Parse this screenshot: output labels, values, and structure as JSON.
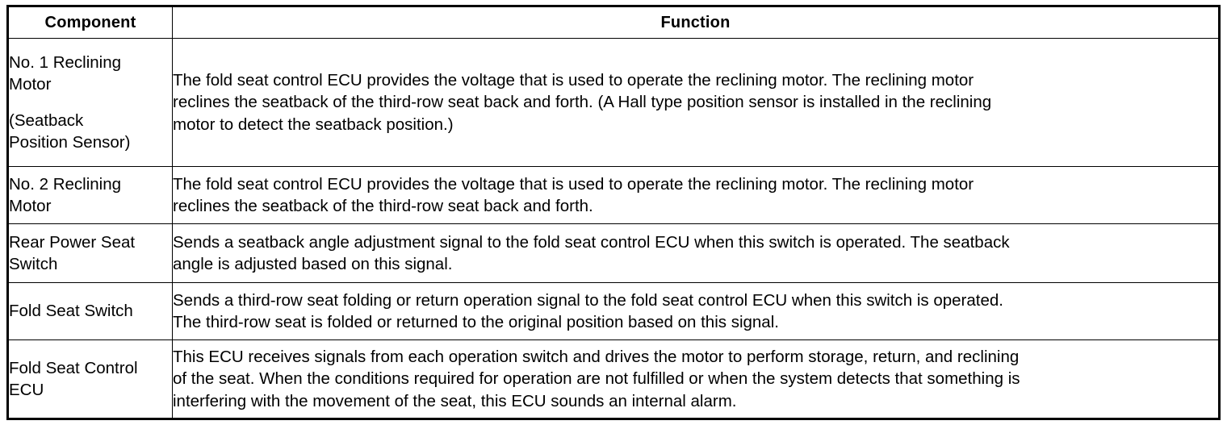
{
  "table": {
    "headers": {
      "component": "Component",
      "function": "Function"
    },
    "rows": [
      {
        "component_lines": [
          "No. 1 Reclining",
          "Motor",
          "",
          "(Seatback",
          "Position Sensor)"
        ],
        "function_lines": [
          "The fold seat control ECU provides the voltage that is used to operate the reclining motor. The reclining motor",
          "reclines the seatback of the third-row seat back and forth. (A Hall type position sensor is installed in the reclining",
          "motor to detect the seatback position.)"
        ]
      },
      {
        "component_lines": [
          "No. 2 Reclining",
          "Motor"
        ],
        "function_lines": [
          "The fold seat control ECU provides the voltage that is used to operate the reclining motor. The reclining motor",
          "reclines the seatback of the third-row seat back and forth."
        ]
      },
      {
        "component_lines": [
          "Rear Power Seat",
          "Switch"
        ],
        "function_lines": [
          "Sends a seatback angle adjustment signal to the fold seat control ECU when this switch is operated. The seatback",
          "angle is adjusted based on this signal."
        ]
      },
      {
        "component_lines": [
          "Fold Seat Switch"
        ],
        "function_lines": [
          "Sends a third-row seat folding or return operation signal to the fold seat control ECU when this switch is operated.",
          "The third-row seat is folded or returned to the original position based on this signal."
        ]
      },
      {
        "component_lines": [
          "Fold Seat Control",
          "ECU"
        ],
        "function_lines": [
          "This ECU receives signals from each operation switch and drives the motor to perform storage, return, and reclining",
          "of the seat. When the conditions required for operation are not fulfilled or when the system detects that something is",
          "interfering with the movement of the seat, this ECU sounds an internal alarm."
        ]
      }
    ]
  },
  "colors": {
    "border": "#000000",
    "text": "#000000",
    "background": "#ffffff"
  }
}
